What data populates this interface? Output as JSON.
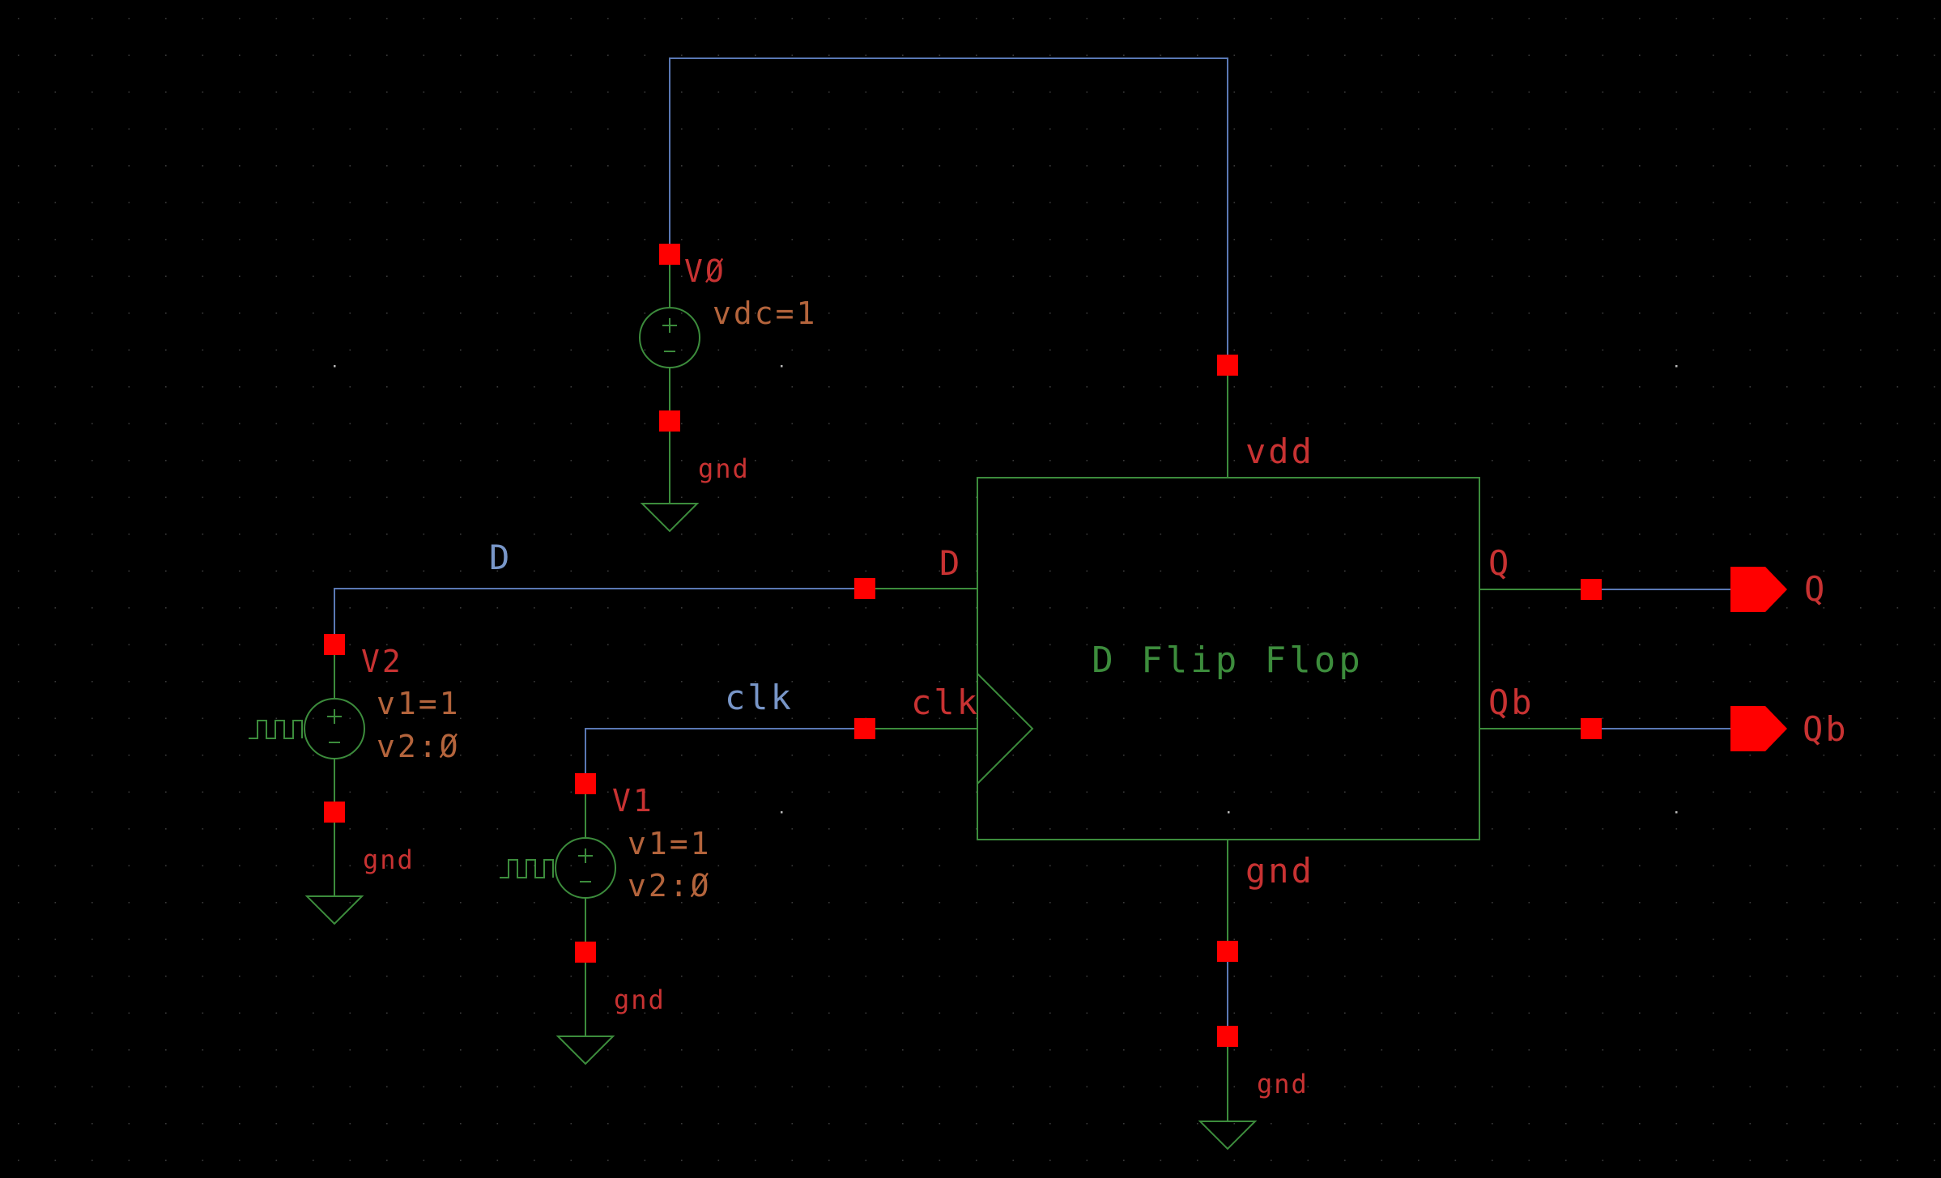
{
  "colors": {
    "background": "#000000",
    "wire": "#5a78b4",
    "instance": "#3c8c3c",
    "pin": "#ff0000",
    "red_label": "#c83232",
    "param_label": "#b4643c",
    "net_label": "#7896c8",
    "cell_label": "#3c8c3c",
    "grid_dot": "#3a3a3a"
  },
  "flipflop": {
    "name": "D Flip Flop",
    "pins": {
      "vdd": "vdd",
      "gnd": "gnd",
      "d": "D",
      "clk": "clk",
      "q": "Q",
      "qb": "Qb"
    }
  },
  "nets": {
    "d": "D",
    "clk": "clk"
  },
  "v0": {
    "name": "VØ",
    "param": "vdc=1",
    "gnd": "gnd"
  },
  "v2": {
    "name": "V2",
    "param1": "v1=1",
    "param2": "v2:Ø",
    "gnd": "gnd"
  },
  "v1": {
    "name": "V1",
    "param1": "v1=1",
    "param2": "v2:Ø",
    "gnd": "gnd"
  },
  "ff_gnd": {
    "label": "gnd"
  },
  "outputs": {
    "q": "Q",
    "qb": "Qb"
  }
}
